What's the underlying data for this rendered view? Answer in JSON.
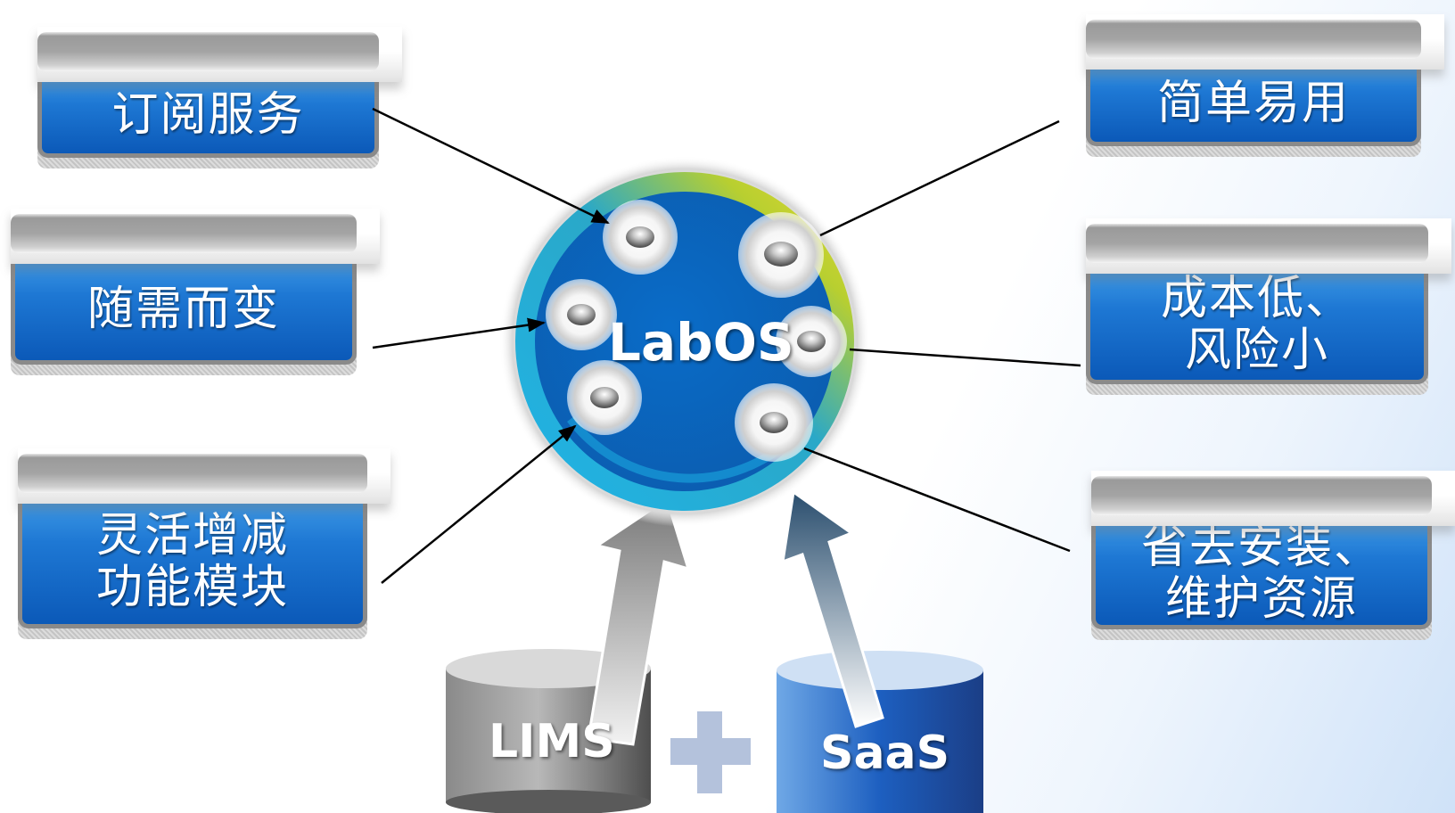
{
  "center": {
    "label": "LabOS"
  },
  "features": [
    {
      "lines": [
        "订阅服务"
      ]
    },
    {
      "lines": [
        "随需而变"
      ]
    },
    {
      "lines": [
        "灵活增减",
        "功能模块"
      ]
    },
    {
      "lines": [
        "简单易用"
      ]
    },
    {
      "lines": [
        "成本低、",
        "风险小"
      ]
    },
    {
      "lines": [
        "省去安装、",
        "维护资源"
      ]
    }
  ],
  "bases": {
    "left": "LIMS",
    "right": "SaaS",
    "operator": "+"
  }
}
